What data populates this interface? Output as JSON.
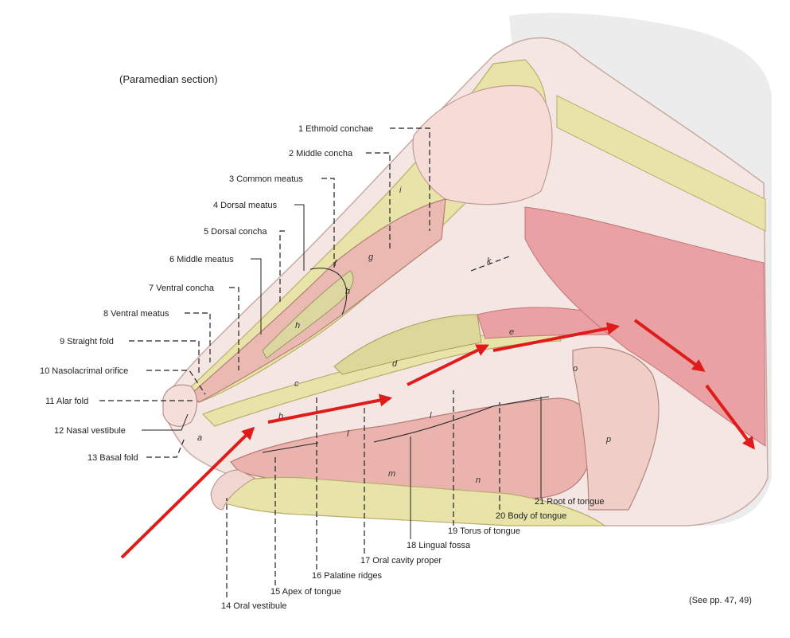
{
  "header": "(Paramedian section)",
  "footer": "(See pp. 47, 49)",
  "labels": [
    "1 Ethmoid conchae",
    "2 Middle concha",
    "3 Common meatus",
    "4 Dorsal meatus",
    "5 Dorsal concha",
    "6 Middle meatus",
    "7 Ventral concha",
    "8 Ventral meatus",
    "9 Straight fold",
    "10 Nasolacrimal orifice",
    "11 Alar fold",
    "12 Nasal vestibule",
    "13 Basal fold",
    "14 Oral vestibule",
    "15 Apex of tongue",
    "16 Palatine ridges",
    "17 Oral cavity proper",
    "18 Lingual fossa",
    "19 Torus of tongue",
    "20 Body of tongue",
    "21 Root of tongue"
  ],
  "letters": [
    "a",
    "b",
    "c",
    "d",
    "e",
    "f",
    "g",
    "h",
    "h",
    "i",
    "k",
    "l",
    "l",
    "m",
    "n",
    "o",
    "p"
  ],
  "colors": {
    "arrow": "#e01b1b",
    "bone": "#e8e3a8",
    "muscle": "#e9a1a3",
    "mucosa": "#f2c9c3",
    "skin": "#f3e6e2"
  }
}
